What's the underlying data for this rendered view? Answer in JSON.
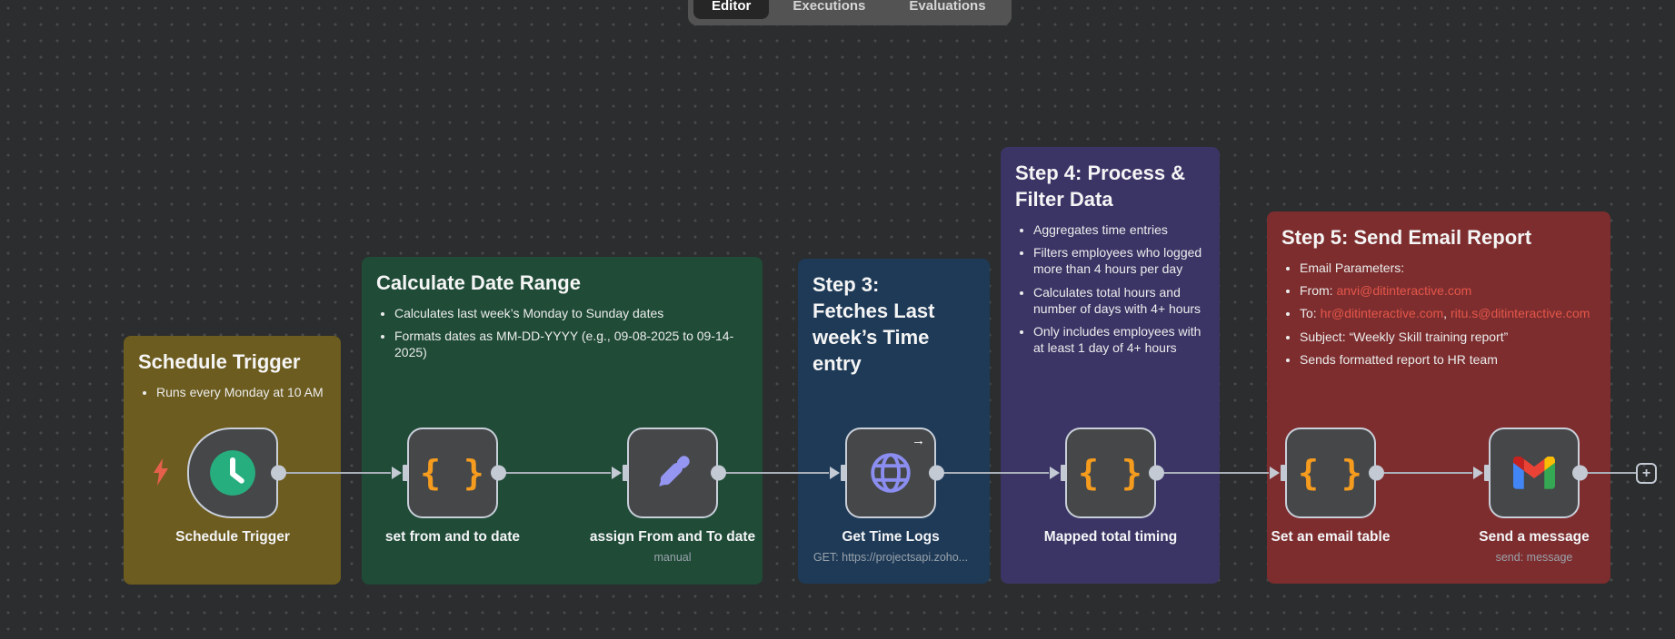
{
  "tabs": {
    "editor": "Editor",
    "executions": "Executions",
    "evaluations": "Evaluations"
  },
  "stickies": {
    "schedule": {
      "title": "Schedule Trigger",
      "bullets": [
        [
          {
            "t": "Runs every Monday at 10 AM"
          }
        ]
      ]
    },
    "date_range": {
      "title": "Calculate Date Range",
      "bullets": [
        [
          {
            "t": "Calculates last week’s Monday to Sunday dates"
          }
        ],
        [
          {
            "t": "Formats dates as MM-DD-YYYY (e.g., 09-08-2025 to 09-14-2025)"
          }
        ]
      ]
    },
    "step3": {
      "title": "Step 3:\nFetches Last\nweek’s Time\nentry",
      "bullets": []
    },
    "step4": {
      "title": "Step 4: Process &\nFilter Data",
      "bullets": [
        [
          {
            "t": "Aggregates time entries"
          }
        ],
        [
          {
            "t": "Filters employees who logged more than 4 hours per day"
          }
        ],
        [
          {
            "t": "Calculates total hours and number of days with 4+ hours"
          }
        ],
        [
          {
            "t": "Only includes employees with at least 1 day of 4+ hours"
          }
        ]
      ]
    },
    "step5": {
      "title": "Step 5: Send Email Report",
      "bullets": [
        [
          {
            "t": "Email Parameters:"
          }
        ],
        [
          {
            "t": "From: "
          },
          {
            "t": "anvi@ditinteractive.com",
            "link": true
          }
        ],
        [
          {
            "t": "To: "
          },
          {
            "t": "hr@ditinteractive.com",
            "link": true
          },
          {
            "t": ", "
          },
          {
            "t": "ritu.s@ditinteractive.com",
            "link": true
          }
        ],
        [
          {
            "t": "Subject: “Weekly Skill training report”"
          }
        ],
        [
          {
            "t": "Sends formatted report to HR team"
          }
        ]
      ]
    }
  },
  "nodes": [
    {
      "label": "Schedule Trigger",
      "sub": "",
      "icon": "clock"
    },
    {
      "label": "set from and to date",
      "sub": "",
      "icon": "code-braces"
    },
    {
      "label": "assign From and To date",
      "sub": "manual",
      "icon": "pencil"
    },
    {
      "label": "Get Time Logs",
      "sub": "GET: https://projectsapi.zoho...",
      "icon": "globe"
    },
    {
      "label": "Mapped total timing",
      "sub": "",
      "icon": "code-braces"
    },
    {
      "label": "Set an email table",
      "sub": "",
      "icon": "code-braces"
    },
    {
      "label": "Send a message",
      "sub": "send: message",
      "icon": "gmail"
    }
  ],
  "icons": {
    "braces_glyph": "{ }",
    "corner_arrow": "→",
    "plus": "+"
  },
  "colors": {
    "canvas_bg": "#2b2d2e",
    "sticky_yellow": "#6d5c1f",
    "sticky_green": "#1f4b37",
    "sticky_blue": "#1e3a57",
    "sticky_purple": "#3b3566",
    "sticky_red": "#7d2d2e",
    "email_link": "#e4564a",
    "braces_icon": "#f59c1f",
    "pencil_icon": "#9496f1",
    "globe_icon": "#8b8df0",
    "clock_icon_bg": "#27ae7f",
    "bolt_icon": "#e5604b",
    "node_border": "#c9cfd9",
    "node_fill": "#454749"
  }
}
